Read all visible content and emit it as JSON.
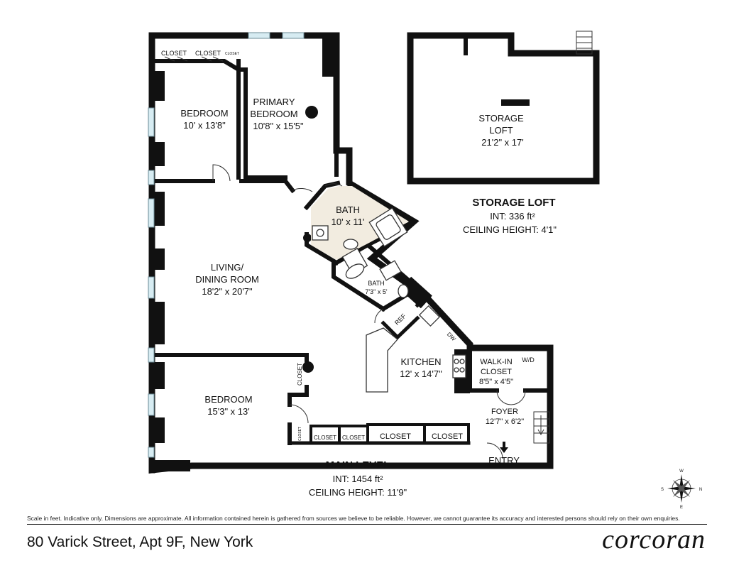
{
  "rooms": {
    "bedroom1": {
      "name": "BEDROOM",
      "dims": "10' x 13'8\""
    },
    "primary": {
      "name1": "PRIMARY",
      "name2": "BEDROOM",
      "dims": "10'8\" x 15'5\""
    },
    "living": {
      "name1": "LIVING/",
      "name2": "DINING ROOM",
      "dims": "18'2\" x 20'7\""
    },
    "bath1": {
      "name": "BATH",
      "dims": "10' x 11'"
    },
    "bath2": {
      "name": "BATH",
      "dims": "7'3\" x 5'"
    },
    "kitchen": {
      "name": "KITCHEN",
      "dims": "12' x 14'7\""
    },
    "bedroom2": {
      "name": "BEDROOM",
      "dims": "15'3\" x 13'"
    },
    "walkin": {
      "name1": "WALK-IN",
      "name2": "CLOSET",
      "dims": "8'5\" x 4'5\""
    },
    "foyer": {
      "name": "FOYER",
      "dims": "12'7\" x 6'2\""
    },
    "storage": {
      "name1": "STORAGE",
      "name2": "LOFT",
      "dims": "21'2\" x 17'"
    }
  },
  "fixtures": {
    "closet": "CLOSET",
    "ref": "REF",
    "dw": "DW",
    "wd": "W/D",
    "entry": "ENTRY"
  },
  "storage_loft": {
    "title": "STORAGE LOFT",
    "int": "INT: 336 ft²",
    "ceiling": "CEILING HEIGHT: 4'1\""
  },
  "main_level": {
    "title": "MAIN LEVEL",
    "int": "INT: 1454 ft²",
    "ceiling": "CEILING HEIGHT: 11'9\""
  },
  "compass": {
    "w": "W",
    "n": "N",
    "s": "S",
    "e": "E"
  },
  "footer": {
    "disclaimer": "Scale in feet. Indicative only. Dimensions are approximate. All information contained herein is gathered from sources we believe to be reliable. However, we cannot guarantee its accuracy and interested persons should rely on their own enquiries.",
    "address": "80 Varick Street, Apt 9F, New York",
    "brand": "corcoran"
  }
}
